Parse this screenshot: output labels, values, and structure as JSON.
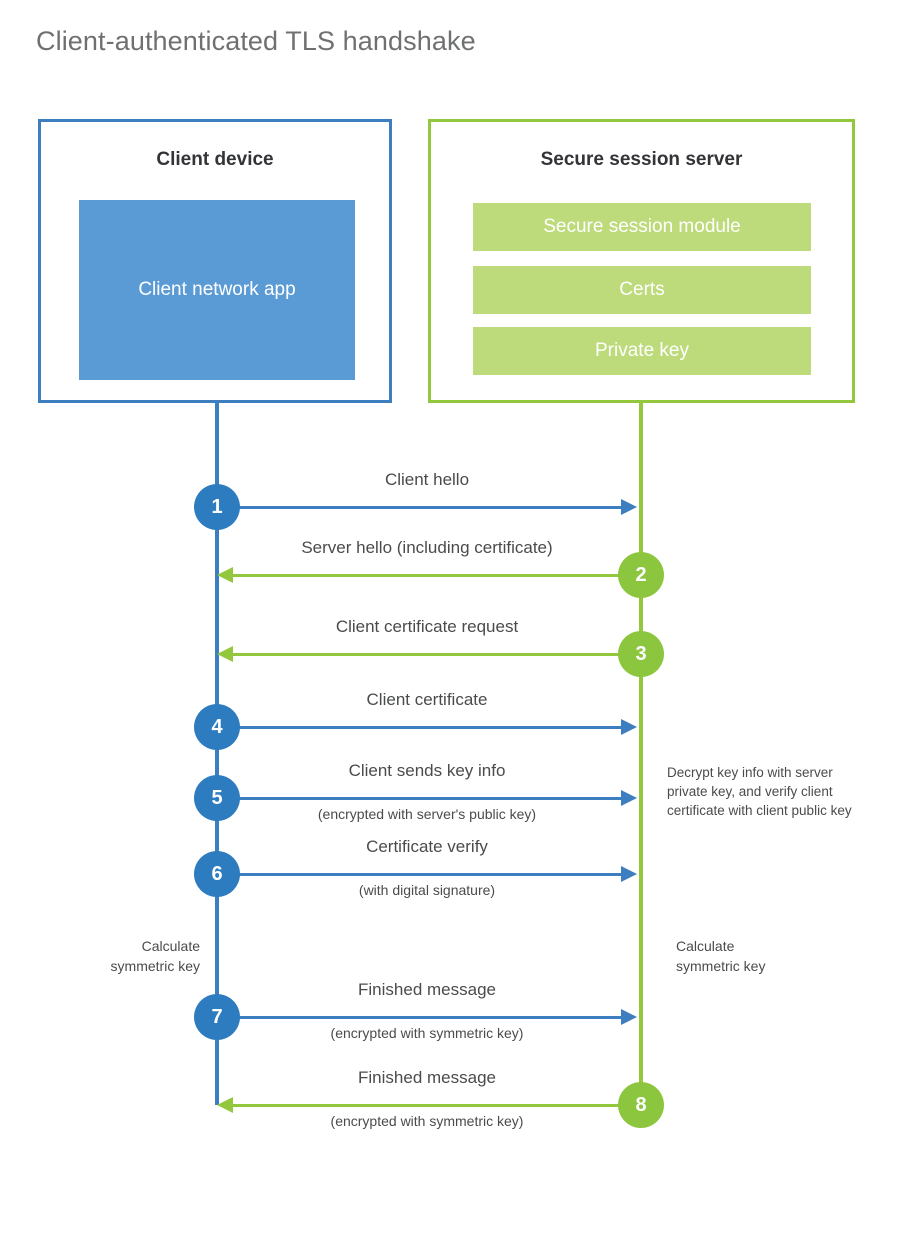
{
  "title": "Client-authenticated TLS handshake",
  "colors": {
    "client_border": "#3c7ebf",
    "client_fill": "#5b9bd5",
    "client_badge": "#2e7cc0",
    "server_border": "#93c83e",
    "server_fill": "#bedb7b",
    "server_badge": "#8cc63f",
    "text": "#4a4b4d",
    "title_text": "#6f7072",
    "background": "#ffffff"
  },
  "actors": {
    "client": {
      "title": "Client device",
      "block_label": "Client network app"
    },
    "server": {
      "title": "Secure session server",
      "bars": [
        {
          "label": "Secure session module"
        },
        {
          "label": "Certs"
        },
        {
          "label": "Private key"
        }
      ]
    }
  },
  "messages": [
    {
      "step": "1",
      "label": "Client hello",
      "sublabel": "",
      "direction": "client-to-server",
      "color": "blue"
    },
    {
      "step": "2",
      "label": "Server hello (including certificate)",
      "sublabel": "",
      "direction": "server-to-client",
      "color": "green"
    },
    {
      "step": "3",
      "label": "Client certificate request",
      "sublabel": "",
      "direction": "server-to-client",
      "color": "green"
    },
    {
      "step": "4",
      "label": "Client certificate",
      "sublabel": "",
      "direction": "client-to-server",
      "color": "blue"
    },
    {
      "step": "5",
      "label": "Client sends key info",
      "sublabel": "(encrypted with server's public key)",
      "direction": "client-to-server",
      "color": "blue"
    },
    {
      "step": "6",
      "label": "Certificate verify",
      "sublabel": "(with digital signature)",
      "direction": "client-to-server",
      "color": "blue"
    },
    {
      "step": "7",
      "label": "Finished message",
      "sublabel": "(encrypted with symmetric key)",
      "direction": "client-to-server",
      "color": "blue"
    },
    {
      "step": "8",
      "label": "Finished message",
      "sublabel": "(encrypted with symmetric key)",
      "direction": "server-to-client",
      "color": "green"
    }
  ],
  "notes": {
    "server_decrypt": "Decrypt key info with server private key, and verify client certificate with client public key",
    "client_symmetric_key": "Calculate\nsymmetric key",
    "server_symmetric_key": "Calculate\nsymmetric key"
  }
}
